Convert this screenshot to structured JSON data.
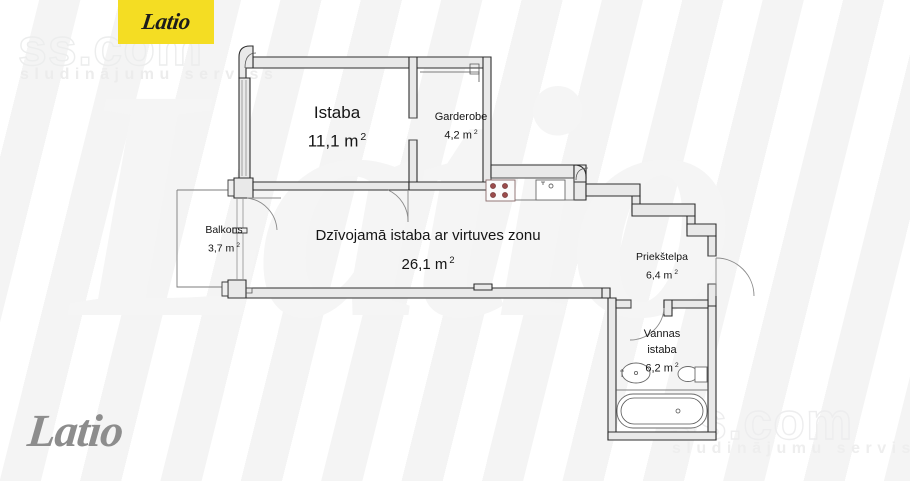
{
  "document": {
    "type": "apartment-floor-plan",
    "language": "lv"
  },
  "branding": {
    "badge_logo_text": "Latio",
    "bottom_logo_text": "Latio",
    "badge_color": "#f4dd23",
    "bottom_logo_color": "#8d8d8d"
  },
  "watermark": {
    "site_name": "ss.com",
    "tagline": "sludinājumu serviss",
    "big_text": "Latio"
  },
  "rooms": [
    {
      "id": "istaba",
      "name": "Istaba",
      "area": "11,1 m",
      "unit_sup": "2"
    },
    {
      "id": "garderobe",
      "name": "Garderobe",
      "area": "4,2 m",
      "unit_sup": "2"
    },
    {
      "id": "dzivojama-istaba",
      "name": "Dzīvojamā istaba ar virtuves zonu",
      "area": "26,1 m",
      "unit_sup": "2"
    },
    {
      "id": "balkons",
      "name": "Balkons",
      "area": "3,7 m",
      "unit_sup": "2"
    },
    {
      "id": "priekstelpa",
      "name": "Priekštelpa",
      "area": "6,4 m",
      "unit_sup": "2"
    },
    {
      "id": "vannas-istaba",
      "name_line1": "Vannas",
      "name_line2": "istaba",
      "area": "6,2 m",
      "unit_sup": "2"
    }
  ],
  "fixtures": [
    {
      "id": "kitchen-stove",
      "label": "stove-4-burner"
    },
    {
      "id": "kitchen-sink",
      "label": "kitchen-sink"
    },
    {
      "id": "bathroom-washbasin",
      "label": "washbasin"
    },
    {
      "id": "bathroom-toilet",
      "label": "toilet"
    },
    {
      "id": "bathtub",
      "label": "bathtub"
    }
  ],
  "colors": {
    "wall_fill": "#e9e9e9",
    "wall_stroke": "#2e2e2e",
    "text": "#151515",
    "background": "#fdfdfd"
  }
}
